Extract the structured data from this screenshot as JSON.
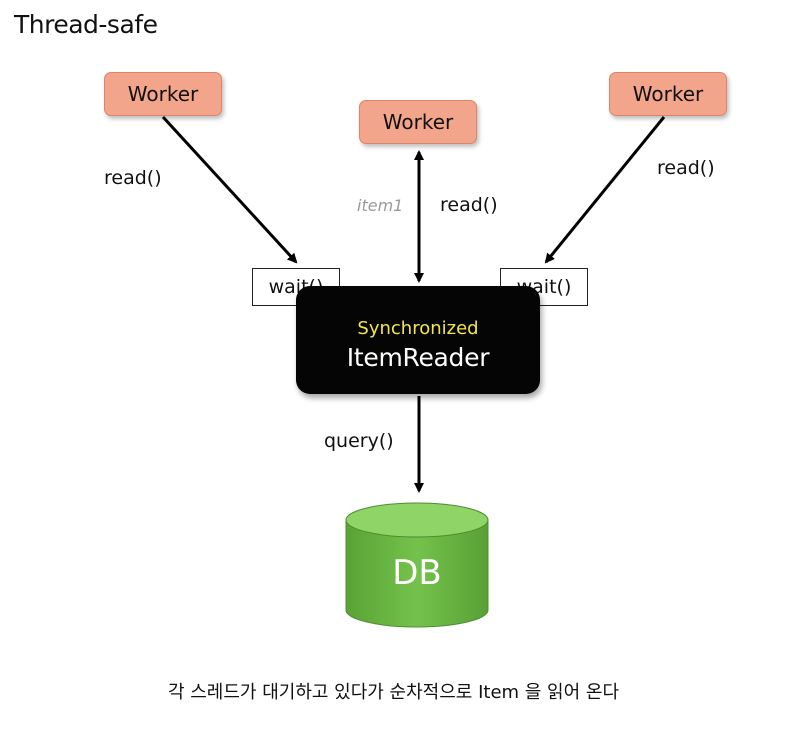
{
  "title": "Thread-safe",
  "workers": {
    "left": "Worker",
    "center": "Worker",
    "right": "Worker"
  },
  "edges": {
    "left_read": "read()",
    "center_read": "read()",
    "center_item": "item1",
    "right_read": "read()",
    "query": "query()"
  },
  "waits": {
    "left": "wait()",
    "right": "wait()"
  },
  "reader": {
    "modifier": "Synchronized",
    "name": "ItemReader"
  },
  "db": {
    "label": "DB"
  },
  "caption": "각 스레드가 대기하고 있다가 순차적으로 Item 을 읽어 온다",
  "colors": {
    "worker_fill": "#f2a58a",
    "reader_fill": "#050505",
    "reader_modifier_text": "#f4e64a",
    "db_fill": "#6ab545",
    "item_label": "#9a9a9a"
  }
}
